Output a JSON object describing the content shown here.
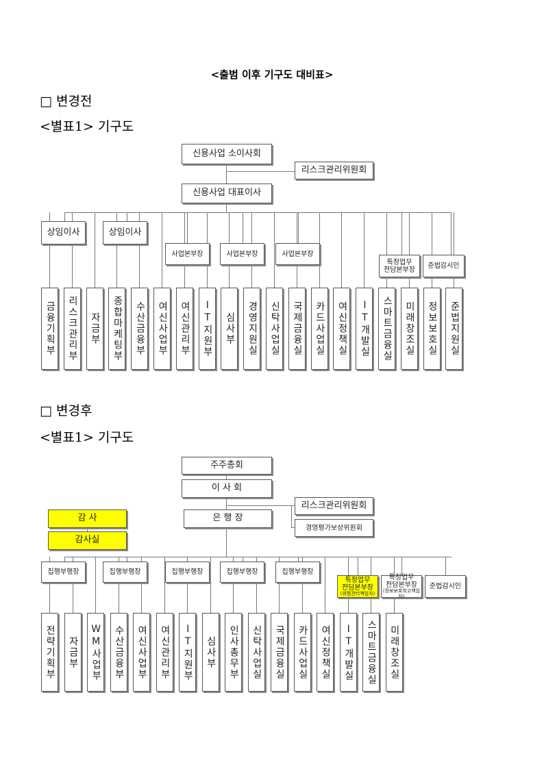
{
  "title": "<출범 이후 기구도 대비표>",
  "before": {
    "heading": "□ 변경전",
    "subheading": "<별표1> 기구도",
    "board": "신용사업 소이사회",
    "risk_committee": "리스크관리위원회",
    "ceo": "신용사업 대표이사",
    "directors": [
      "상임이사",
      "상임이사"
    ],
    "division_heads": [
      "사업본부장",
      "사업본부장",
      "사업본부장"
    ],
    "special_head": "특정업무\n전담본부장",
    "compliance_officer": "준법감시인",
    "departments": [
      "금융기획부",
      "리스크관리부",
      "자금부",
      "종합마케팅부",
      "수산금융부",
      "여신사업부",
      "여신관리부",
      "IT지원부",
      "심사부",
      "경영지원실",
      "신탁사업실",
      "국제금융실",
      "카드사업실",
      "여신정책실",
      "IT개발실",
      "스마트금융실",
      "미래창조실",
      "정보보호실",
      "준법지원실"
    ]
  },
  "after": {
    "heading": "□ 변경후",
    "subheading": "<별표1> 기구도",
    "shareholders": "주주총회",
    "board": "이 사 회",
    "president": "은 행 장",
    "risk_committee": "리스크관리위원회",
    "comp_committee": "경영평가보상위원회",
    "auditor": "감 사",
    "audit_office": "감사실",
    "exec_vps": [
      "집행부행장",
      "집행부행장",
      "집행부행장",
      "집행부행장",
      "집행부행장"
    ],
    "special_head_risk": "특정업무\n전담본부장",
    "special_head_risk_note": "(위험관리책임자)",
    "special_head_info": "특정업무\n전담본부장",
    "special_head_info_note": "(정보보호최고책임자)",
    "compliance_officer": "준법감시인",
    "departments": [
      "전략기획부",
      "자금부",
      "WM사업부",
      "수산금융부",
      "여신사업부",
      "여신관리부",
      "IT지원부",
      "심사부",
      "인사총무부",
      "신탁사업실",
      "국제금융실",
      "카드사업실",
      "여신정책실",
      "IT개발실",
      "스마트금융실",
      "미래창조실"
    ]
  },
  "colors": {
    "highlight": "#ffff00"
  }
}
